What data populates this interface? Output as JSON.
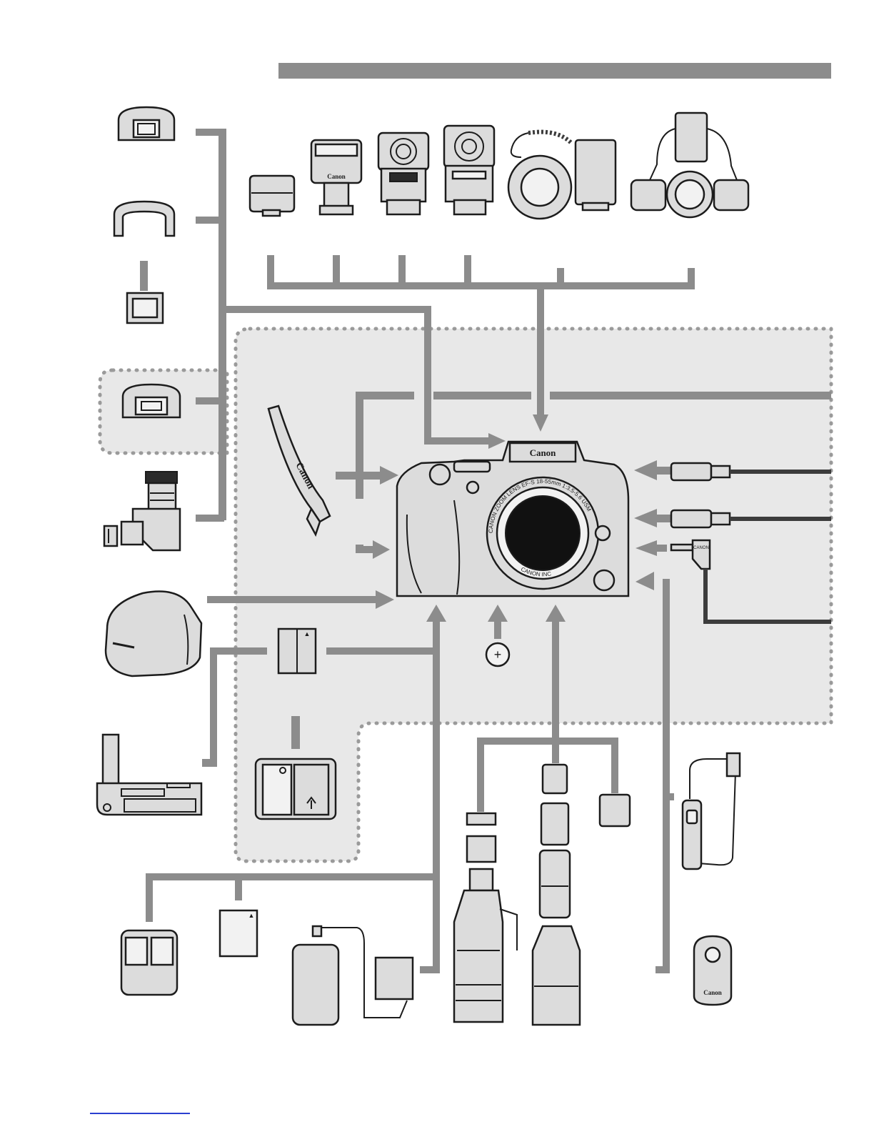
{
  "diagram": {
    "camera_brand": "Canon",
    "lens_ring_text": "CANON ZOOM LENS EF-S 18-55mm 1:3.5-5.6 USM",
    "lens_mount_text": "CANON INC",
    "strap_brand": "Canon",
    "flash_brand": "Canon",
    "remote_brand": "Canon",
    "remote_cord_brand": "CANON",
    "battery_direction_glyph": "▲",
    "coin_cell_glyph": "+"
  },
  "colors": {
    "connector": "#8c8c8c",
    "system_area_fill": "#e8e8e8",
    "system_area_border": "#9a9a9a",
    "part_fill": "#dcdcdc",
    "outline": "#1c1c1c",
    "footer_link": "#2a3fd0"
  }
}
